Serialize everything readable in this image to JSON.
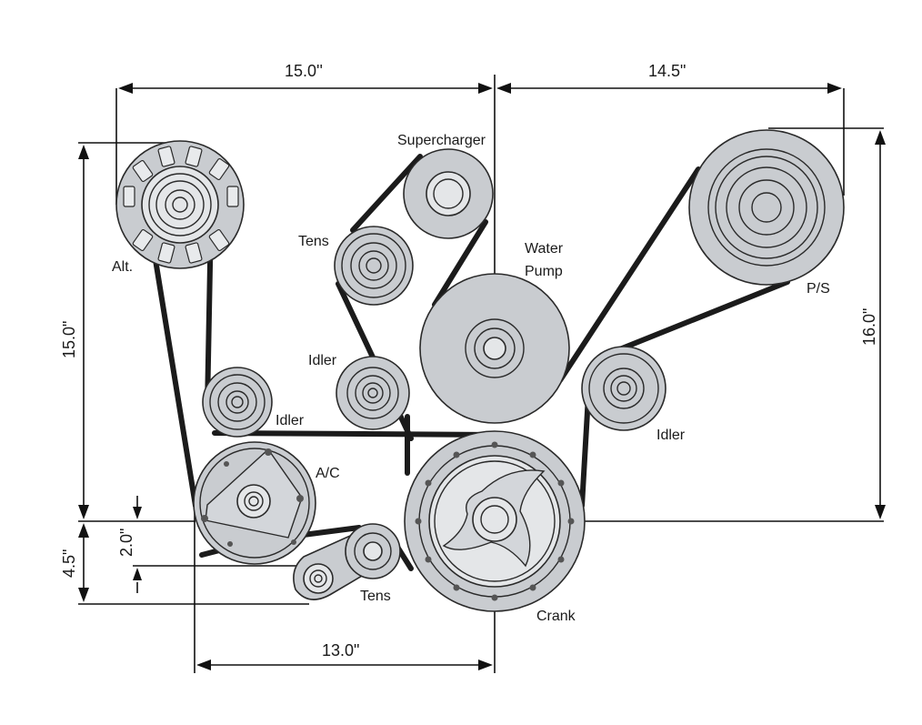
{
  "pulleys": {
    "alternator": "Alt.",
    "supercharger": "Supercharger",
    "tensioner_top": "Tens",
    "water_pump": [
      "Water",
      "Pump"
    ],
    "power_steering": "P/S",
    "idler_center": "Idler",
    "idler_left": "Idler",
    "idler_right": "Idler",
    "ac": "A/C",
    "tensioner_bottom": "Tens",
    "crank": "Crank"
  },
  "dimensions": {
    "top_left": "15.0''",
    "top_right": "14.5\"",
    "left_vertical": "15.0\"",
    "right_vertical": "16.0\"",
    "small_vertical": "2.0\"",
    "lower_left_vertical": "4.5\"",
    "bottom": "13.0\""
  }
}
